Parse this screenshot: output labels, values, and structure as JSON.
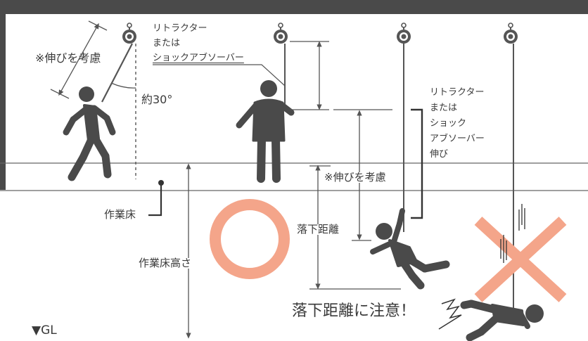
{
  "labels": {
    "stretch_note_left": "※伸びを考慮",
    "retractor_line1": "リトラクター",
    "retractor_line2": "または",
    "retractor_line3": "ショックアブソーバー",
    "angle": "約30°",
    "stretch_block": [
      "リトラクター",
      "または",
      "ショック",
      "アブソーバー",
      "伸び"
    ],
    "stretch_note_mid": "※伸びを考慮",
    "work_floor": "作業床",
    "fall_distance": "落下距離",
    "work_floor_height": "作業床高さ",
    "fall_warning": "落下距離に注意！",
    "ground_level": "▼GL"
  },
  "colors": {
    "figure": "#4a4a4a",
    "line": "#555555",
    "ok_circle": "#f4a58a",
    "ng_cross": "#f4a58a",
    "text": "#3a3a3a"
  },
  "icons": [
    "person-standing-icon",
    "person-walking-icon",
    "person-falling-icon",
    "person-fallen-icon",
    "retractor-pulley-icon",
    "ok-circle-icon",
    "ng-cross-icon",
    "impact-zigzag-icon",
    "arrow-icon"
  ]
}
